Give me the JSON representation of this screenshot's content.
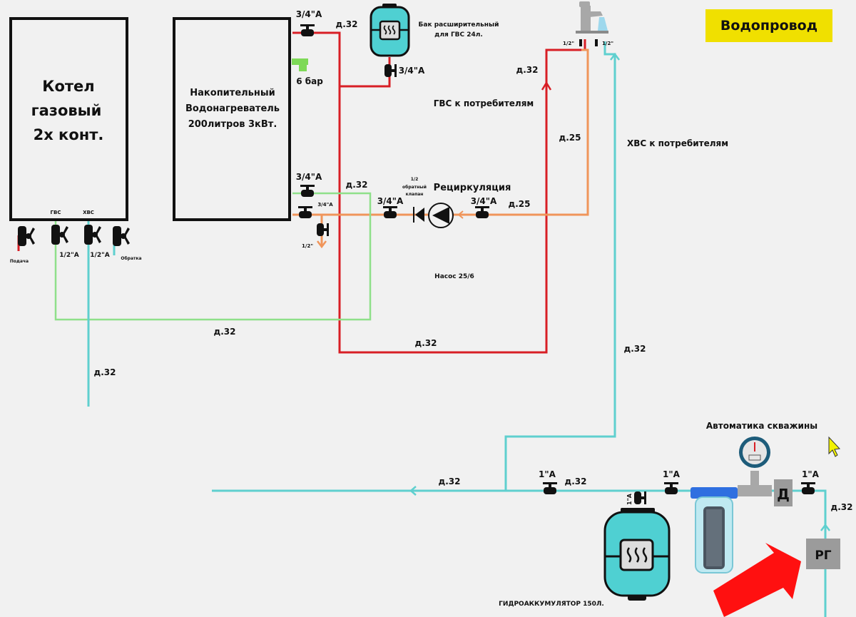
{
  "title": "Водопровод",
  "colors": {
    "hot": "#d81e25",
    "cold": "#5fd0cf",
    "recirc": "#f0955a",
    "green": "#8fe08a",
    "tank": "#4fd0d2",
    "grey": "#9b9b9b",
    "arrow": "#ff1010"
  },
  "boiler": {
    "lines": [
      "Котел",
      "газовый",
      "2х конт."
    ],
    "ports": {
      "dhw": "ГВС",
      "cold": "ХВС"
    },
    "valves": {
      "supply": "Подача",
      "return": "Обратка",
      "dhw_size": "1/2\"А",
      "cold_size": "1/2\"А"
    }
  },
  "heater": {
    "lines": [
      "Накопительный",
      "Водонагреватель",
      "200литров 3кВт."
    ],
    "top_valve": "3/4\"А",
    "safety_valve": "6 бар",
    "cold_in_valve": "3/4\"А",
    "recirc_valve": "3/4\"А",
    "drain_valve": "1/2\""
  },
  "expansion_tank": {
    "name_line1": "Бак расширительный",
    "name_line2": "для ГВС 24л.",
    "valve": "3/4\"А"
  },
  "recirculation": {
    "title": "Рециркуляция",
    "check_valve_line1": "1/2",
    "check_valve_line2": "обратный",
    "check_valve_line3": "клапан",
    "valve_left": "3/4\"А",
    "valve_right": "3/4\"А",
    "pump": "Насос 25/6",
    "pipe": "д.25"
  },
  "faucet": {
    "hot_size": "1/2\"",
    "cold_size": "1/2\""
  },
  "labels": {
    "dhw_consumers": "ГВС к потребителям",
    "cold_consumers": "ХВС к потребителям",
    "d32": "д.32",
    "d25": "д.25"
  },
  "well": {
    "automation": "Автоматика скважины",
    "accumulator": "ГИДРОАККУМУЛЯТОР 150Л.",
    "accumulator_valve": "1\"А",
    "valve_1": "1\"А",
    "valve_2": "1\"А",
    "valve_3": "1\"А",
    "pressure_switch": "Д",
    "reducer": "РГ"
  }
}
